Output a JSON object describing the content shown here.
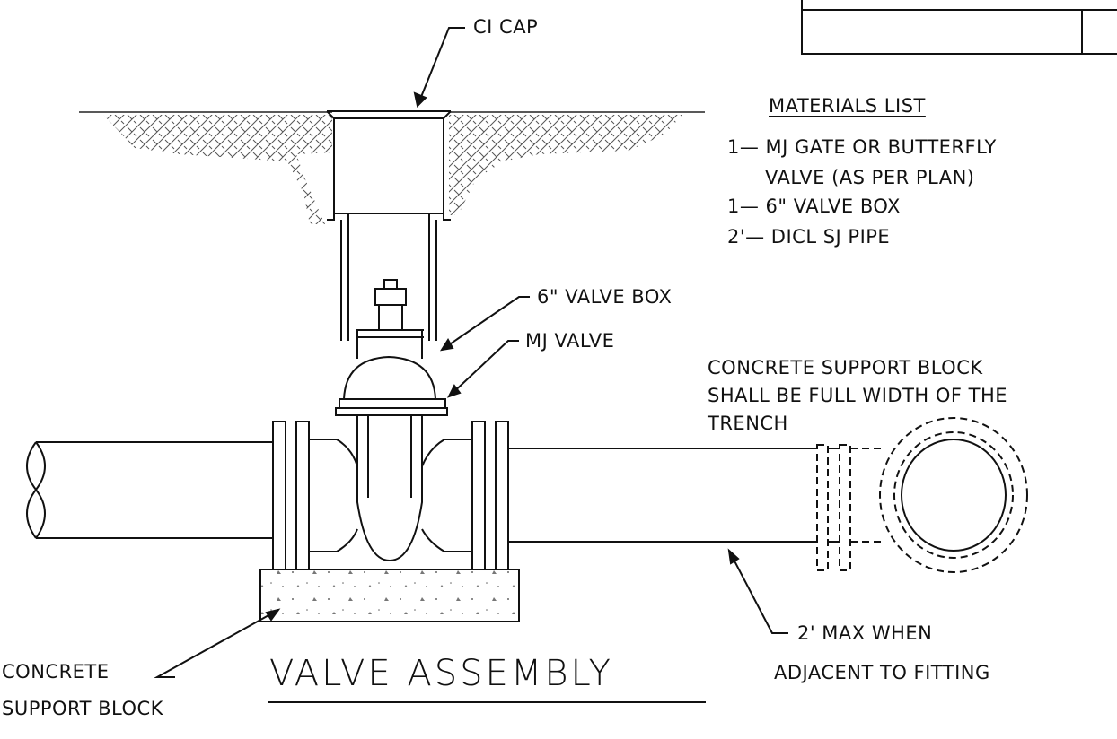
{
  "labels": {
    "ci_cap": "CI CAP",
    "valve_box": "6\" VALVE BOX",
    "mj_valve": "MJ VALVE",
    "concrete_note": [
      "CONCRETE SUPPORT BLOCK",
      "SHALL BE FULL WIDTH OF THE",
      "TRENCH"
    ],
    "two_ft_note": [
      "2' MAX WHEN",
      "ADJACENT TO FITTING"
    ],
    "concrete_block": [
      "CONCRETE",
      "SUPPORT BLOCK"
    ]
  },
  "title": "VALVE ASSEMBLY",
  "materials": {
    "heading": "MATERIALS LIST",
    "items": [
      "1— MJ GATE OR BUTTERFLY",
      "VALVE (AS PER PLAN)",
      "1— 6\" VALVE BOX",
      "2'— DICL SJ PIPE"
    ]
  }
}
